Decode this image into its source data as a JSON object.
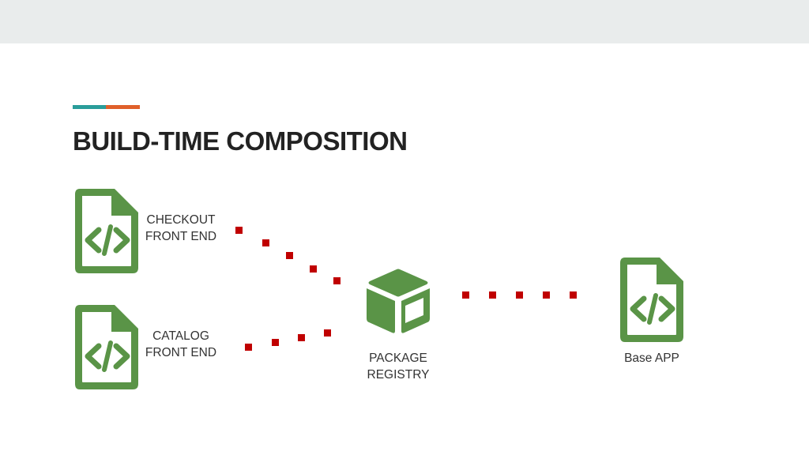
{
  "slide": {
    "title": "BUILD-TIME COMPOSITION",
    "accent_colors": [
      "#2a9d9a",
      "#e0602a"
    ],
    "band_color": "#e9ecec"
  },
  "diagram": {
    "icon_color": "#5a9447",
    "connector_color": "#c00000",
    "nodes": {
      "checkout": {
        "icon": "code-file-icon",
        "line1": "CHECKOUT",
        "line2": "FRONT END"
      },
      "catalog": {
        "icon": "code-file-icon",
        "line1": "CATALOG",
        "line2": "FRONT END"
      },
      "registry": {
        "icon": "package-box-icon",
        "line1": "PACKAGE",
        "line2": "REGISTRY"
      },
      "base": {
        "icon": "code-file-icon",
        "line1": "Base APP"
      }
    }
  }
}
